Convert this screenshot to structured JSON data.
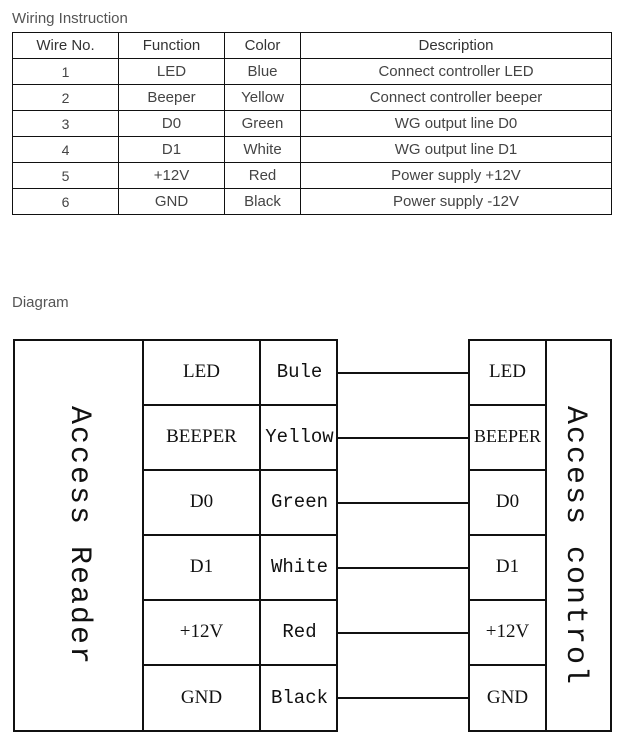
{
  "wiring_heading": "Wiring Instruction",
  "table": {
    "headers": [
      "Wire No.",
      "Function",
      "Color",
      "Description"
    ],
    "rows": [
      [
        "1",
        "LED",
        "Blue",
        "Connect controller LED"
      ],
      [
        "2",
        "Beeper",
        "Yellow",
        "Connect controller beeper"
      ],
      [
        "3",
        "D0",
        "Green",
        "WG output line D0"
      ],
      [
        "4",
        "D1",
        "White",
        "WG output line D1"
      ],
      [
        "5",
        "+12V",
        "Red",
        "Power supply +12V"
      ],
      [
        "6",
        "GND",
        "Black",
        "Power supply -12V"
      ]
    ]
  },
  "diagram_heading": "Diagram",
  "diagram": {
    "left_title": "Access Reader",
    "right_title": "Access control",
    "left_functions": [
      "LED",
      "BEEPER",
      "D0",
      "D1",
      "+12V",
      "GND"
    ],
    "colors": [
      "Bule",
      "Yellow",
      "Green",
      "White",
      "Red",
      "Black"
    ],
    "right_functions": [
      "LED",
      "BEEPER",
      "D0",
      "D1",
      "+12V",
      "GND"
    ]
  }
}
